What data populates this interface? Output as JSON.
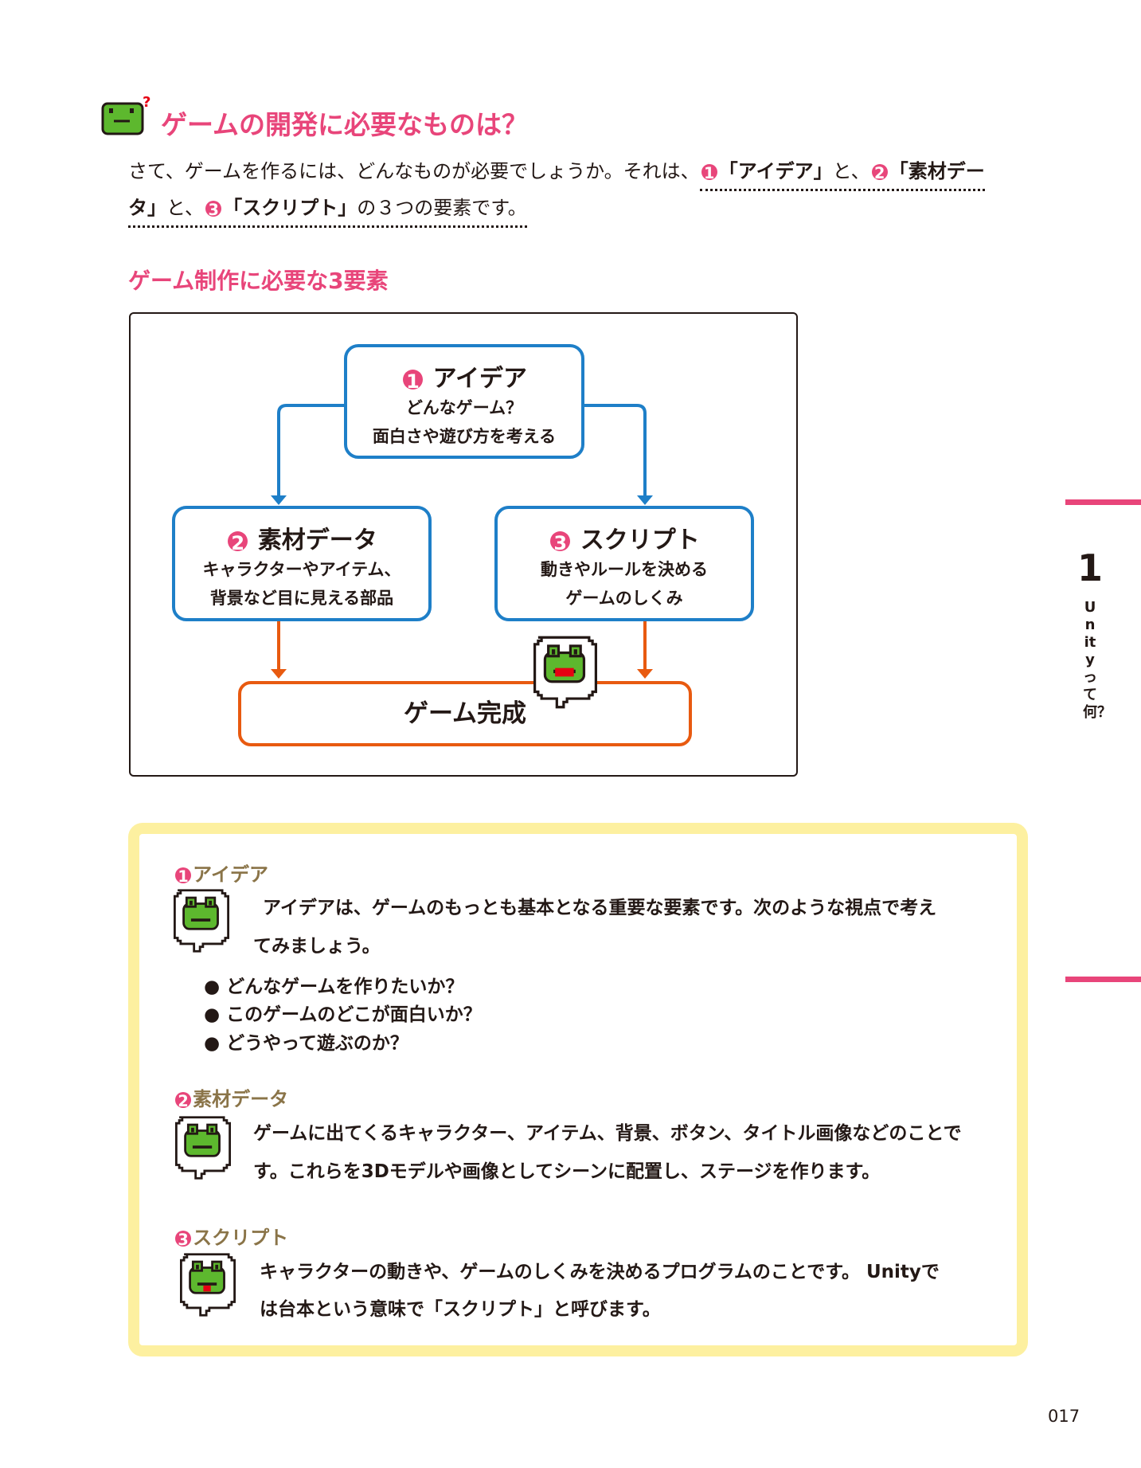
{
  "heading": "ゲームの開発に必要なものは？",
  "intro": {
    "pre": "さて、ゲームを作るには、どんなものが必要でしょうか。それは、",
    "n1": "1",
    "i1": "「アイデア」",
    "c1": "と、",
    "n2": "2",
    "i2a": "「素材デー",
    "i2b": "タ」",
    "c2": "と、",
    "n3": "3",
    "i3": "「スクリプト」",
    "post": "の３つの要素です。"
  },
  "subheading": "ゲーム制作に必要な3要素",
  "diagram": {
    "idea": {
      "num": "1",
      "title": "アイデア",
      "lines": [
        "どんなゲーム？",
        "面白さや遊び方を考える"
      ]
    },
    "material": {
      "num": "2",
      "title": "素材データ",
      "lines": [
        "キャラクターやアイテム、",
        "背景など目に見える部品"
      ]
    },
    "script": {
      "num": "3",
      "title": "スクリプト",
      "lines": [
        "動きやルールを決める",
        "ゲームのしくみ"
      ]
    },
    "result": "ゲーム完成"
  },
  "sections": [
    {
      "num": "1",
      "title": "アイデア",
      "lines": [
        "アイデアは、ゲームのもっとも基本となる重要な要素です。次のような視点で考え",
        "てみましょう。"
      ],
      "bullets": [
        "どんなゲームを作りたいか？",
        "このゲームのどこが面白いか？",
        "どうやって遊ぶのか？"
      ]
    },
    {
      "num": "2",
      "title": "素材データ",
      "lines": [
        "ゲームに出てくるキャラクター、アイテム、背景、ボタン、タイトル画像などのことで",
        "す。これらを3Dモデルや画像としてシーンに配置し、ステージを作ります。"
      ]
    },
    {
      "num": "3",
      "title": "スクリプト",
      "lines": [
        "キャラクターの動きや、ゲームのしくみを決めるプログラムのことです。 Unityで",
        "は台本という意味で「スクリプト」と呼びます。"
      ]
    }
  ],
  "side_tab": {
    "chapter": "1",
    "label": "Unityって何？"
  },
  "page_number": "017",
  "colors": {
    "accent": "#e8457a",
    "blue": "#1e7fc8",
    "orange": "#e85a10",
    "yellow": "#fdf0a0",
    "frog": "#5db82e"
  }
}
